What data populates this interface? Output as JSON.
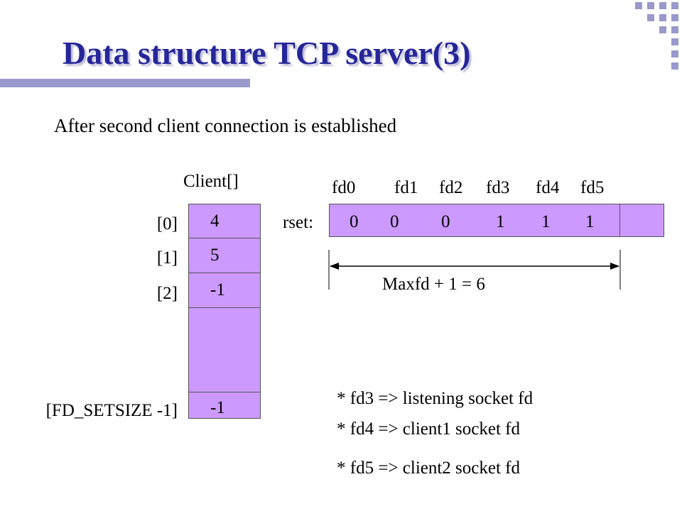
{
  "slide": {
    "title": "Data structure TCP server(3)",
    "subtitle": "After second client connection is established"
  },
  "client": {
    "label": "Client[]",
    "indices": [
      "[0]",
      "[1]",
      "[2]",
      "[FD_SETSIZE -1]"
    ],
    "values": [
      "4",
      "5",
      "-1",
      "",
      "-1"
    ]
  },
  "rset": {
    "label": "rset:",
    "fd_labels": [
      "fd0",
      "fd1",
      "fd2",
      "fd3",
      "fd4",
      "fd5"
    ],
    "bits": [
      "0",
      "0",
      "0",
      "1",
      "1",
      "1"
    ]
  },
  "maxfd": {
    "label": "Maxfd + 1 = 6"
  },
  "notes": [
    "* fd3 => listening socket fd",
    "* fd4 => client1 socket fd",
    "* fd5 => client2 socket fd"
  ],
  "colors": {
    "title": "#26269a",
    "fill": "#cc99ff",
    "deco": "#9999cc"
  }
}
